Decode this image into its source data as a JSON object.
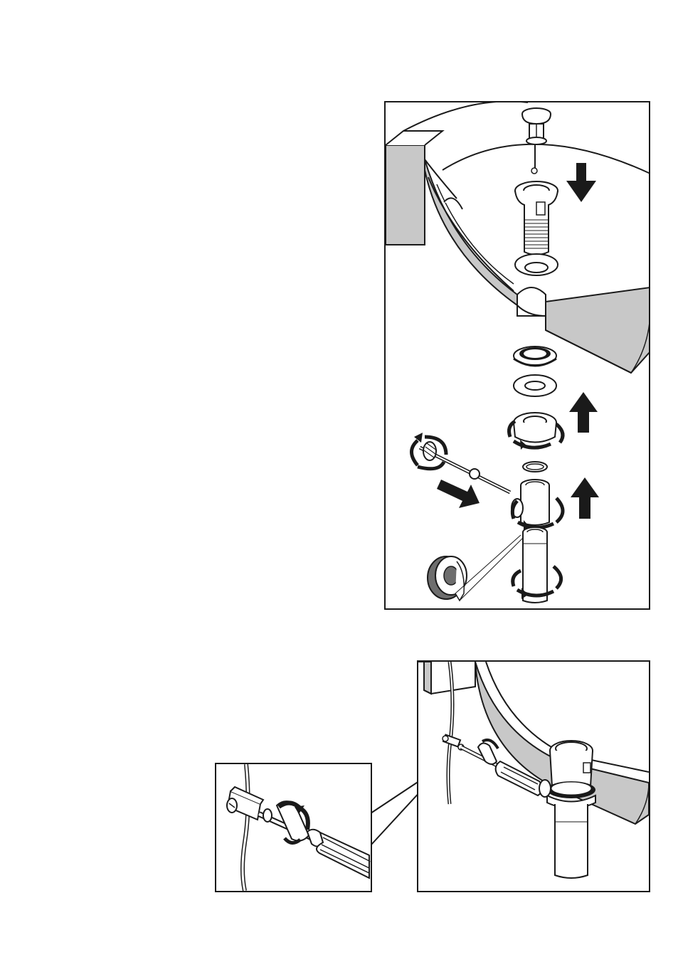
{
  "colors": {
    "line": "#1a1a1a",
    "shade": "#c8c8c8",
    "dark_fill": "#6e6e6e",
    "paper": "#ffffff"
  },
  "figures": [
    {
      "id": "exploded-assembly",
      "icons": [
        "pop-up-stopper-icon",
        "drain-flange-icon",
        "gasket-icon",
        "basin-cutaway-icon",
        "locknut-icon",
        "washer-icon",
        "pivot-rod-icon",
        "tailpiece-icon",
        "teflon-tape-icon",
        "arrow-down-icon",
        "arrow-up-icon",
        "rotate-icon"
      ]
    },
    {
      "id": "installed-assembly",
      "icons": [
        "lift-rod-icon",
        "clevis-strap-icon",
        "screwdriver-icon",
        "drain-body-icon"
      ]
    },
    {
      "id": "clevis-detail",
      "icons": [
        "clevis-strap-icon",
        "screw-icon",
        "screwdriver-icon",
        "rotate-icon"
      ]
    }
  ]
}
